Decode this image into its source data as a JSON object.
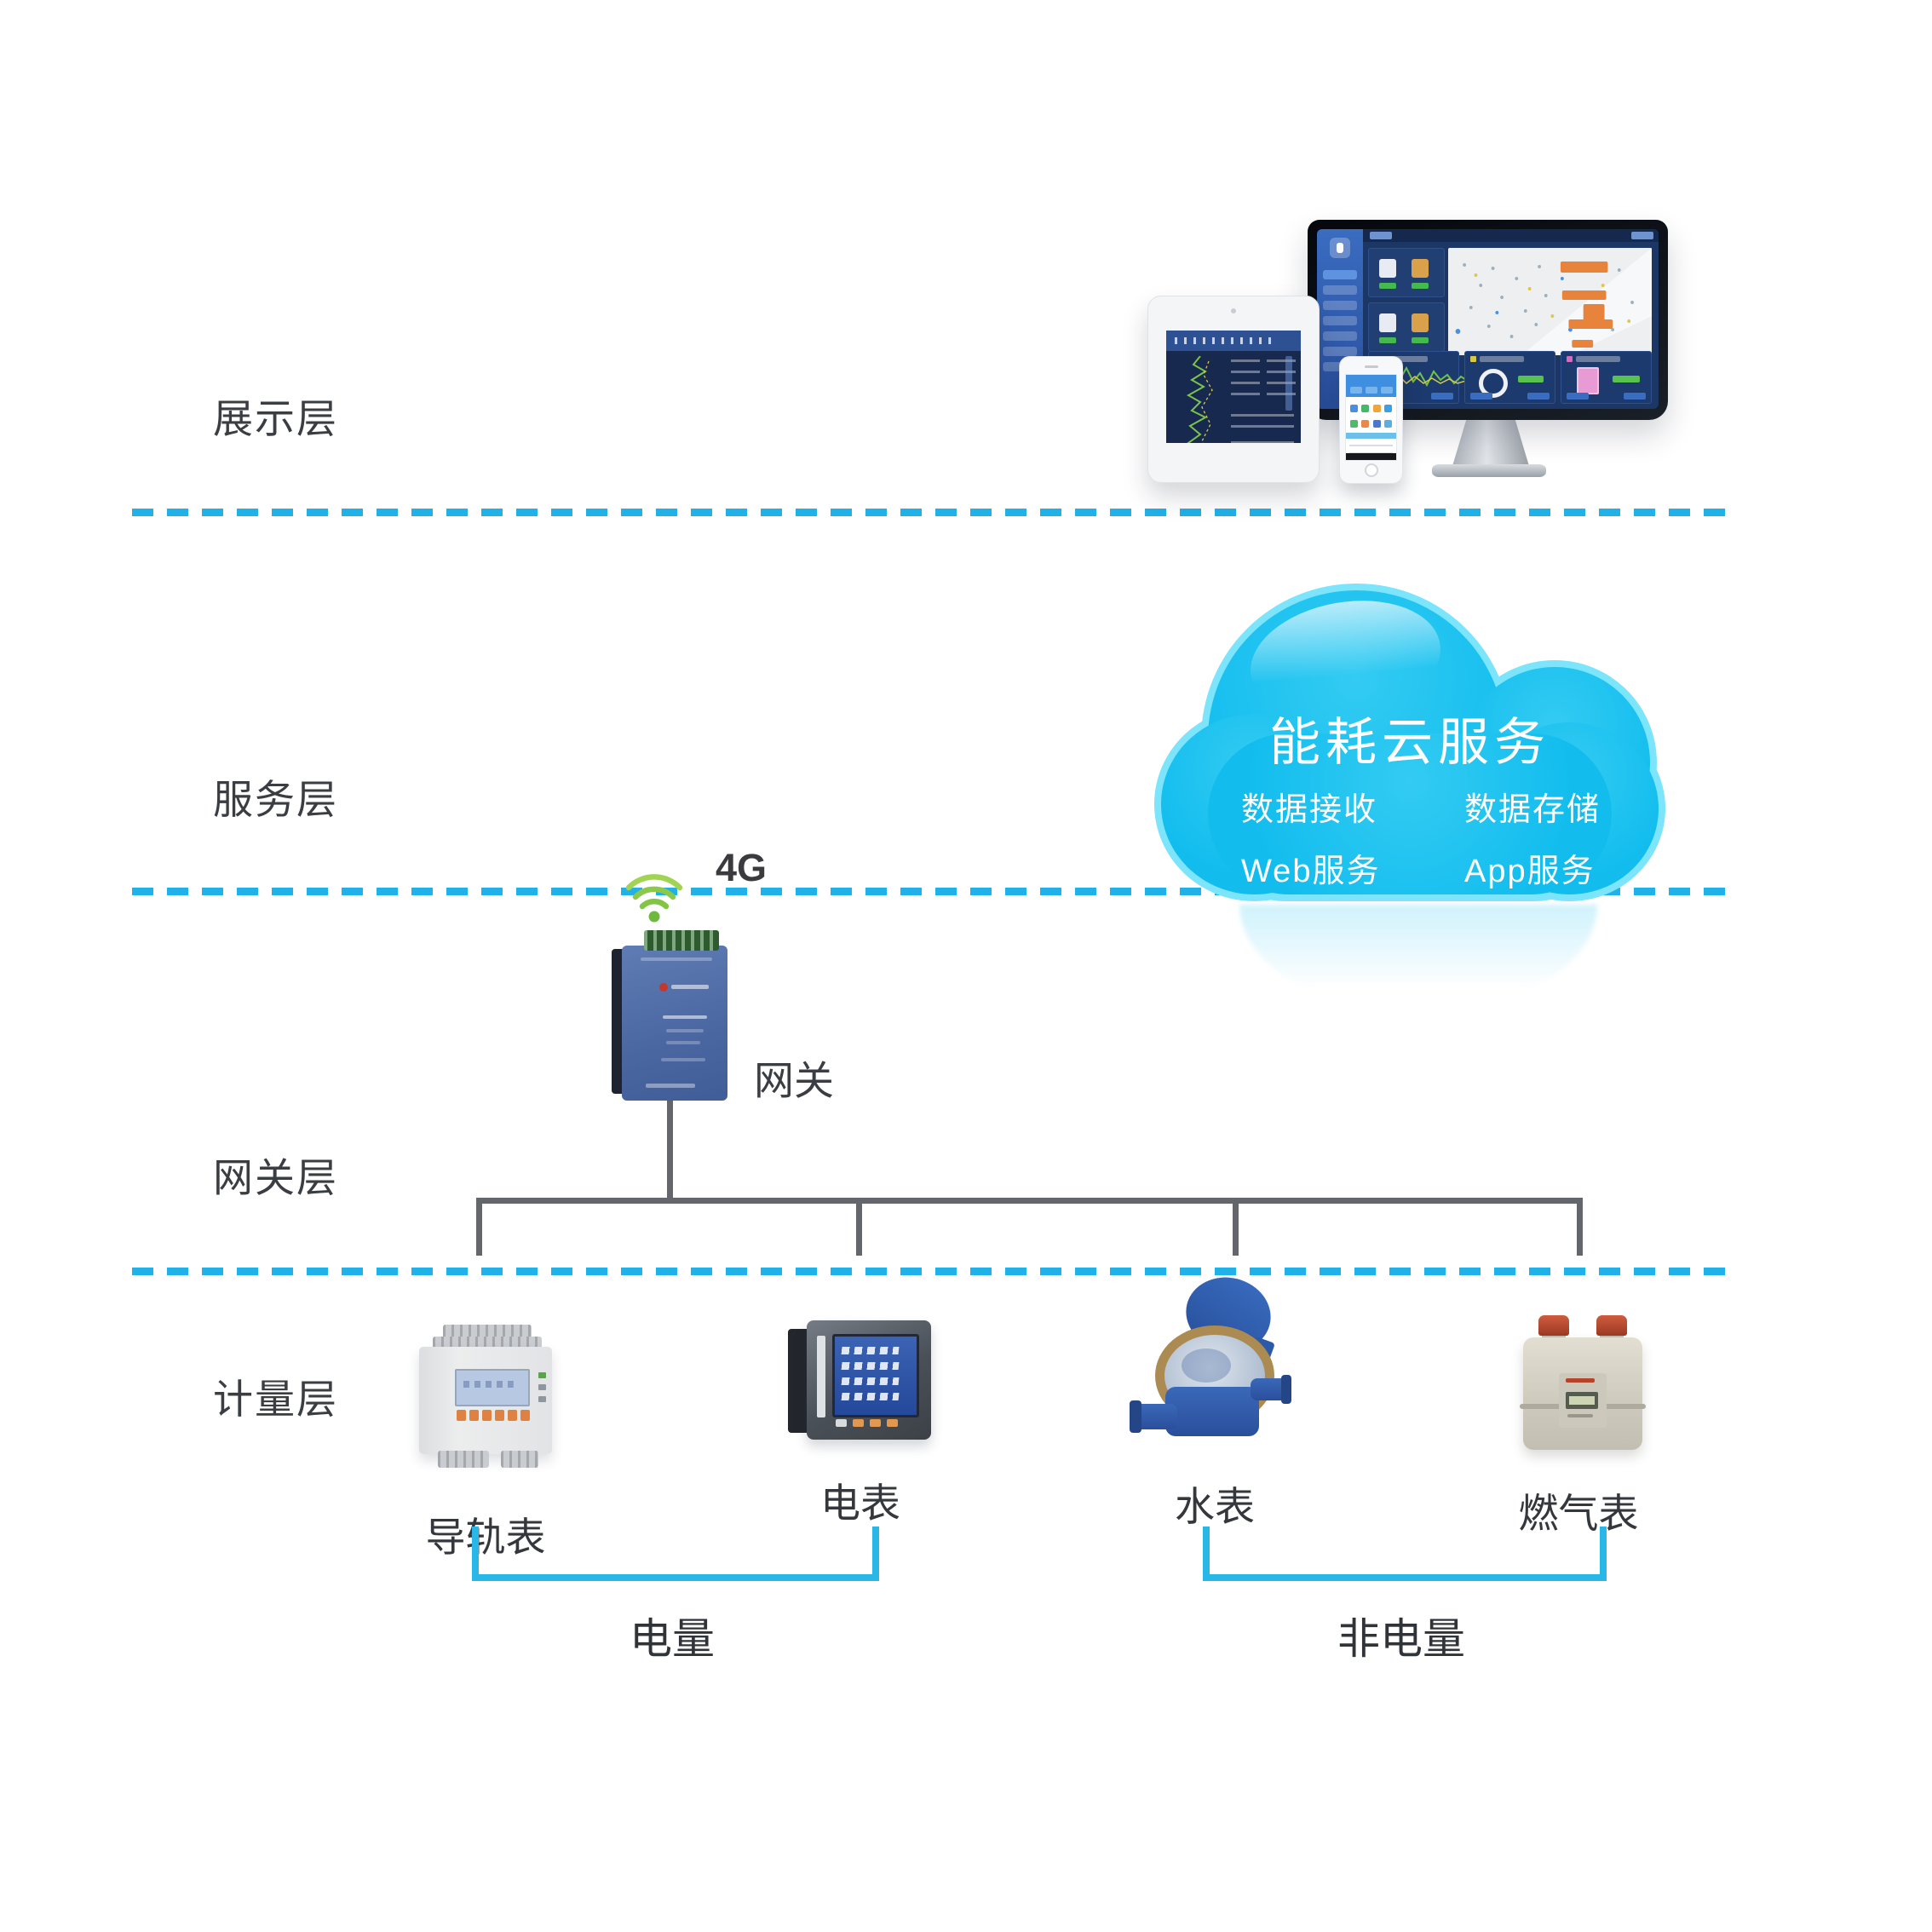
{
  "diagram": {
    "layers": [
      {
        "label": "展示层"
      },
      {
        "label": "服务层"
      },
      {
        "label": "网关层"
      },
      {
        "label": "计量层"
      }
    ],
    "cloud": {
      "title": "能耗云服务",
      "services": [
        {
          "label": "数据接收"
        },
        {
          "label": "数据存储"
        },
        {
          "label": "Web服务"
        },
        {
          "label": "App服务"
        }
      ]
    },
    "gateway": {
      "wireless_label": "4G",
      "label": "网关"
    },
    "metering": {
      "devices": [
        {
          "label": "导轨表"
        },
        {
          "label": "电表"
        },
        {
          "label": "水表"
        },
        {
          "label": "燃气表"
        }
      ],
      "groups": [
        {
          "label": "电量"
        },
        {
          "label": "非电量"
        }
      ]
    },
    "colors": {
      "separator": "#1fb1e8",
      "bracket": "#29b7e8",
      "cloud_fill": "#17c0f0",
      "cloud_rim": "#7ce4fb",
      "connector": "#63676b",
      "wifi": "#82c443",
      "label_text": "#3a3d42",
      "cloud_text": "#ffffff"
    }
  }
}
